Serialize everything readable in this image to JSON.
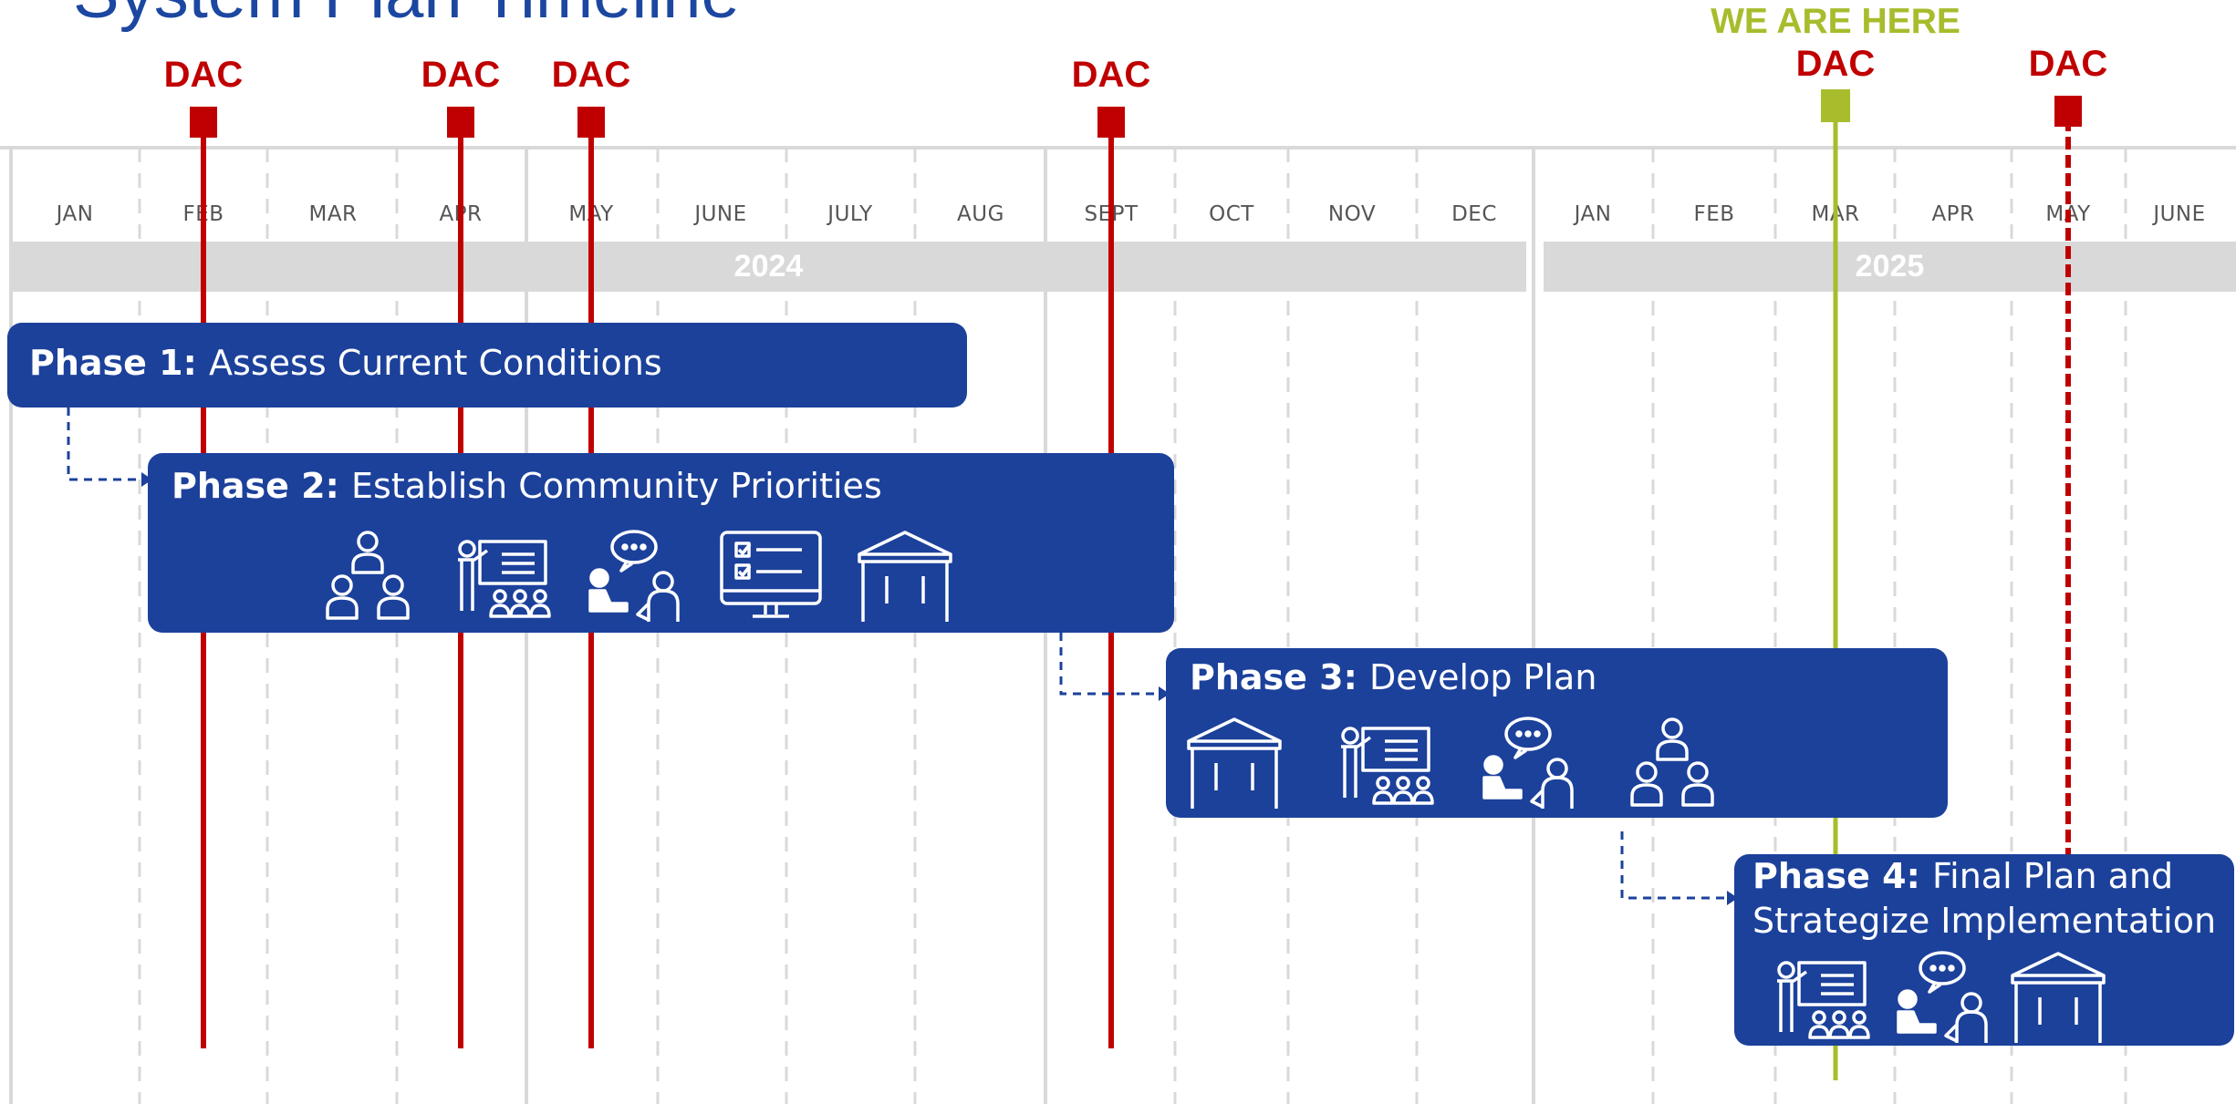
{
  "title": "System Plan Timeline",
  "years": [
    {
      "label": "2024"
    },
    {
      "label": "2025"
    }
  ],
  "months": [
    "JAN",
    "FEB",
    "MAR",
    "APR",
    "MAY",
    "JUNE",
    "JULY",
    "AUG",
    "SEPT",
    "OCT",
    "NOV",
    "DEC",
    "JAN",
    "FEB",
    "MAR",
    "APR",
    "MAY",
    "JUNE"
  ],
  "dac_markers": [
    {
      "label": "DAC",
      "month_index": 1,
      "style": "solid"
    },
    {
      "label": "DAC",
      "month_index": 3,
      "style": "solid"
    },
    {
      "label": "DAC",
      "month_index": 4,
      "style": "solid"
    },
    {
      "label": "DAC",
      "month_index": 8,
      "style": "solid"
    },
    {
      "label": "DAC",
      "month_index": 14,
      "style": "current"
    },
    {
      "label": "DAC",
      "month_index": 16,
      "style": "dashed"
    }
  ],
  "current_marker": {
    "label": "WE ARE HERE",
    "month_index": 14
  },
  "phases": [
    {
      "bold": "Phase 1:",
      "lines": [
        "Assess Current Conditions"
      ],
      "icons": []
    },
    {
      "bold": "Phase 2:",
      "lines": [
        "Establish Community Priorities"
      ],
      "icons": [
        "people-group-icon",
        "presentation-icon",
        "conversation-icon",
        "checklist-monitor-icon",
        "tent-icon"
      ]
    },
    {
      "bold": "Phase 3:",
      "lines": [
        "Develop Plan"
      ],
      "icons": [
        "tent-icon",
        "presentation-icon",
        "conversation-icon",
        "people-group-icon"
      ]
    },
    {
      "bold": "Phase 4:",
      "lines": [
        "Final Plan and",
        "Strategize Implementation"
      ],
      "icons": [
        "presentation-icon",
        "conversation-icon",
        "tent-icon"
      ]
    }
  ],
  "colors": {
    "phase_fill": "#1c419b",
    "title": "#1c47a0",
    "dac": "#c00000",
    "current": "#a8bc2c",
    "year_bar": "#d9d9d9",
    "grid": "#d9d9d9",
    "month_text": "#555555"
  }
}
